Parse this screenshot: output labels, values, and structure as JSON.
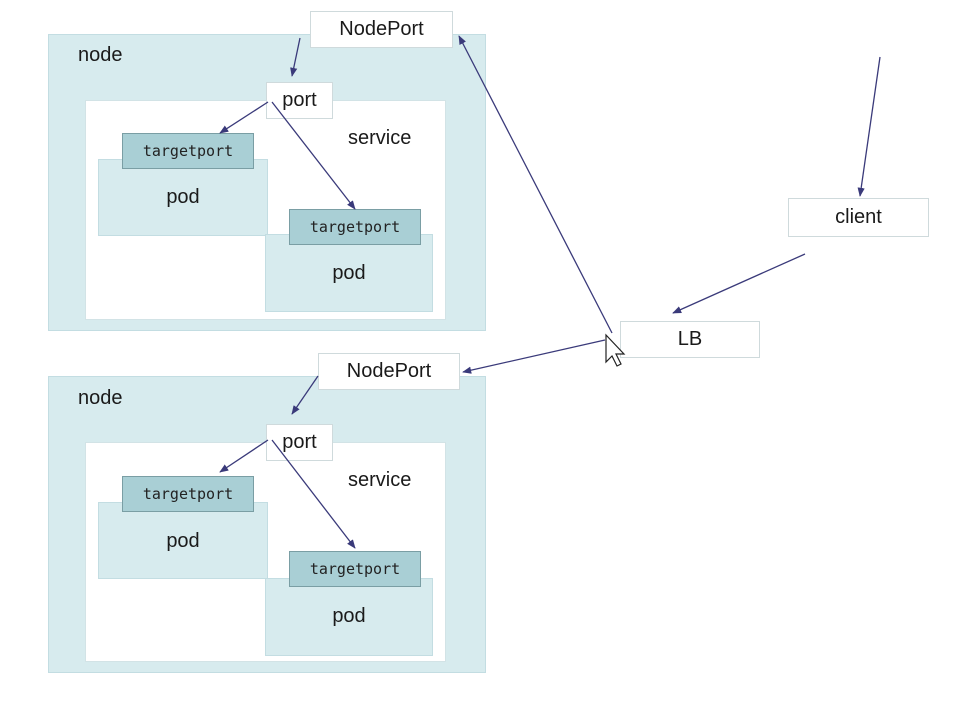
{
  "external": {
    "client_label": "client",
    "lb_label": "LB"
  },
  "nodes": [
    {
      "node_label": "node",
      "nodeport_label": "NodePort",
      "port_label": "port",
      "service_label": "service",
      "pods": [
        {
          "targetport_label": "targetport",
          "pod_label": "pod"
        },
        {
          "targetport_label": "targetport",
          "pod_label": "pod"
        }
      ]
    },
    {
      "node_label": "node",
      "nodeport_label": "NodePort",
      "port_label": "port",
      "service_label": "service",
      "pods": [
        {
          "targetport_label": "targetport",
          "pod_label": "pod"
        },
        {
          "targetport_label": "targetport",
          "pod_label": "pod"
        }
      ]
    }
  ],
  "colors": {
    "node_fill": "#d7ebee",
    "targetport_fill": "#a9cfd5",
    "arrow": "#3a3a7a"
  }
}
